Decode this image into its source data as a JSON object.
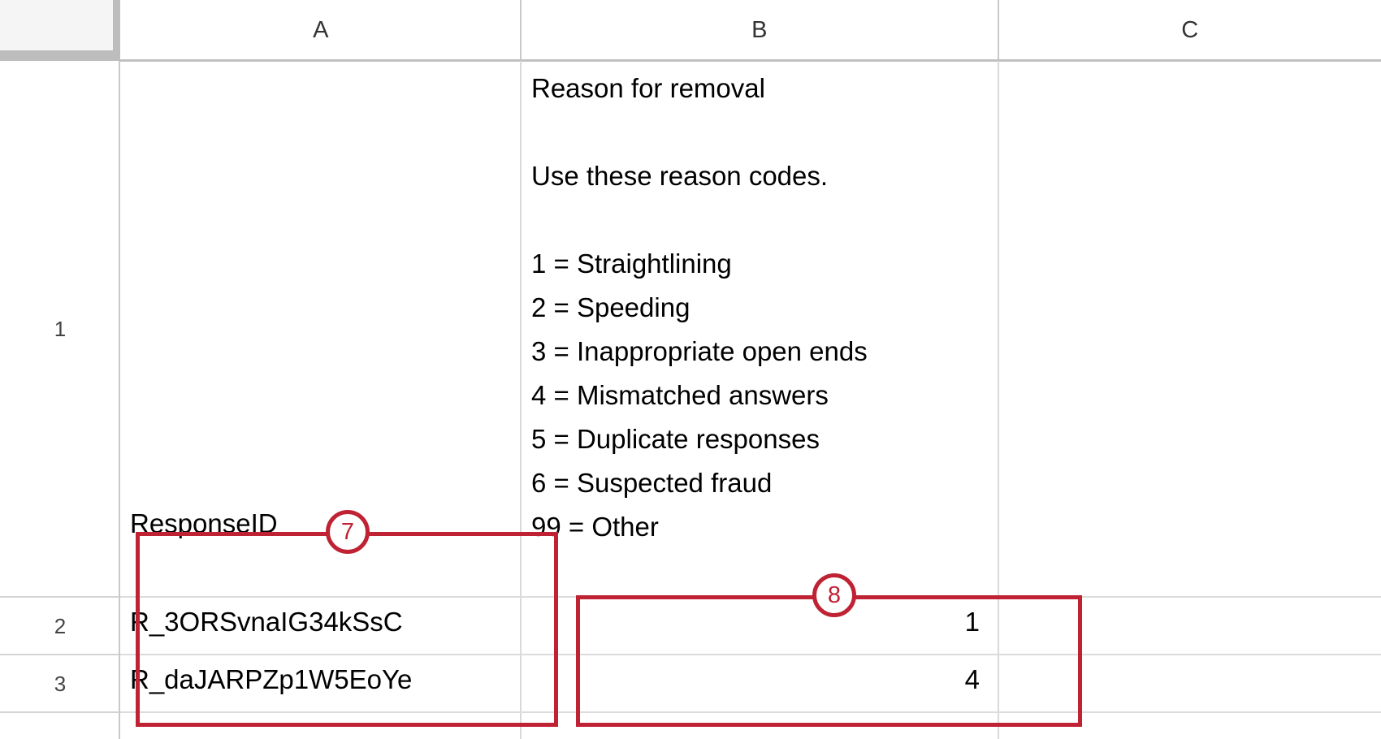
{
  "app": "spreadsheet",
  "grid": {
    "column_headers": [
      "A",
      "B",
      "C"
    ],
    "row_headers": [
      "1",
      "2",
      "3"
    ],
    "cells": {
      "A1": "",
      "B1": "Reason for removal\n\nUse these reason codes.\n\n1 = Straightlining\n2 = Speeding\n3 = Inappropriate open ends\n4 = Mismatched answers\n5 = Duplicate responses\n6 = Suspected fraud\n99 = Other",
      "C1": "",
      "A1_overlay": "ResponseID",
      "A2": "R_3ORSvnaIG34kSsC",
      "B2": "1",
      "C2": "",
      "A3": "R_daJARPZp1W5EoYe",
      "B3": "4",
      "C3": ""
    }
  },
  "reason_codes": [
    {
      "code": "1",
      "label": "Straightlining"
    },
    {
      "code": "2",
      "label": "Speeding"
    },
    {
      "code": "3",
      "label": "Inappropriate open ends"
    },
    {
      "code": "4",
      "label": "Mismatched answers"
    },
    {
      "code": "5",
      "label": "Duplicate responses"
    },
    {
      "code": "6",
      "label": "Suspected fraud"
    },
    {
      "code": "99",
      "label": "Other"
    }
  ],
  "annotations": [
    {
      "id": "7",
      "target": "response-id-column-range"
    },
    {
      "id": "8",
      "target": "reason-code-values-range"
    }
  ],
  "colors": {
    "annotation_red": "#bf2233",
    "gridline": "#d9d9d9",
    "header_gray": "#f5f5f5",
    "header_border": "#bdbdbd",
    "text": "#000000"
  }
}
